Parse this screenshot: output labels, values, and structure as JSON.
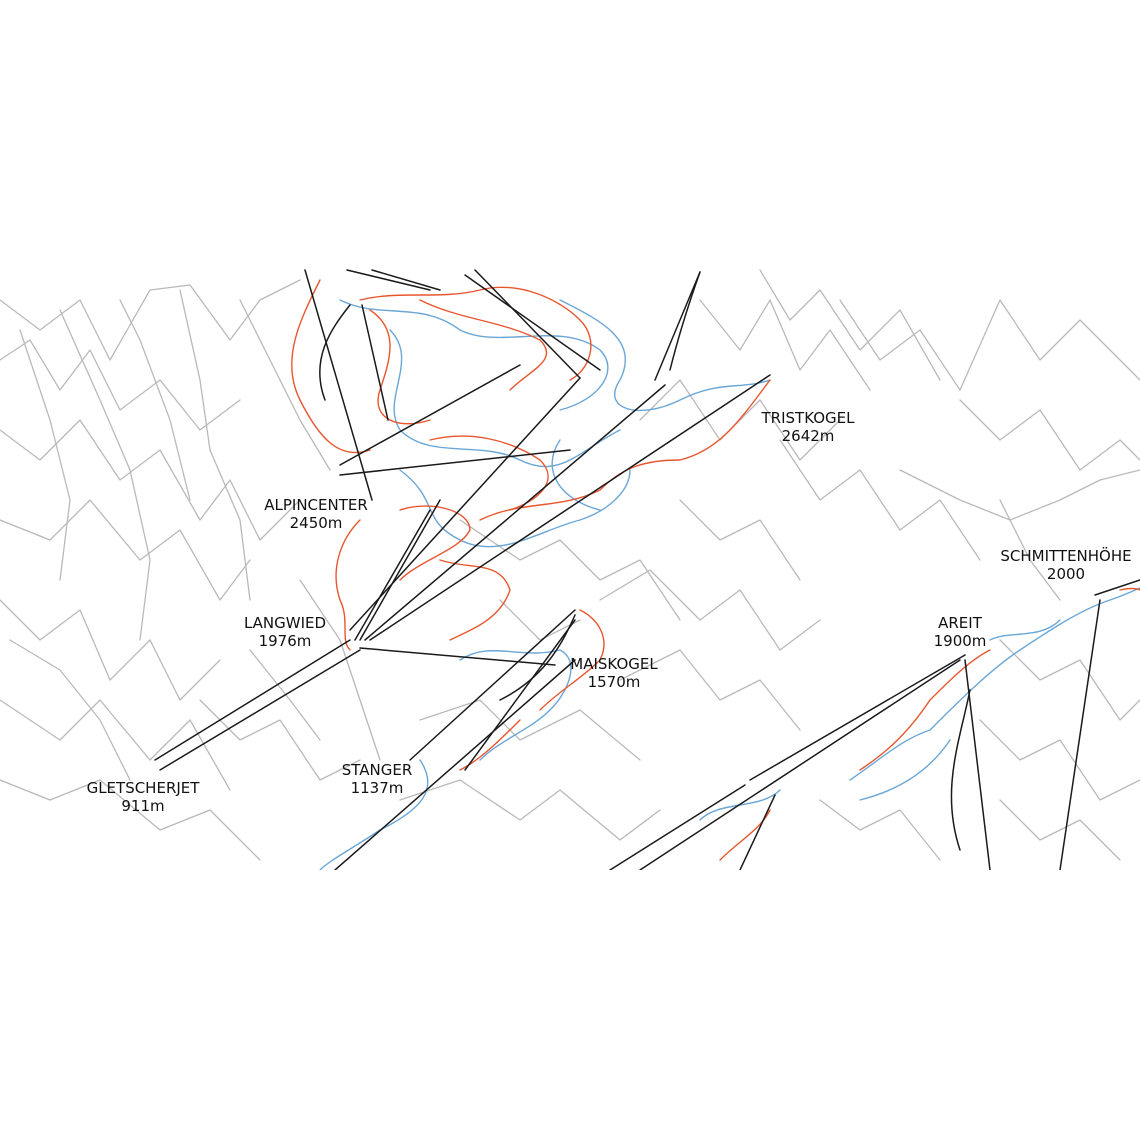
{
  "colors": {
    "terrain": "#b9b9b9",
    "lift": "#1a1a1a",
    "red_piste": "#e8562e",
    "blue_piste": "#6aa6d6",
    "background": "#ffffff",
    "text": "#111111"
  },
  "stations": [
    {
      "id": "alpincenter",
      "name": "ALPINCENTER",
      "elevation": "2450m"
    },
    {
      "id": "tristkogel",
      "name": "TRISTKOGEL",
      "elevation": "2642m"
    },
    {
      "id": "schmittenhoehe",
      "name": "SCHMITTENHÖHE",
      "elevation": "2000"
    },
    {
      "id": "langwied",
      "name": "LANGWIED",
      "elevation": "1976m"
    },
    {
      "id": "maiskogel",
      "name": "MAISKOGEL",
      "elevation": "1570m"
    },
    {
      "id": "areit",
      "name": "AREIT",
      "elevation": "1900m"
    },
    {
      "id": "gletscherjet",
      "name": "GLETSCHERJET",
      "elevation": "911m"
    },
    {
      "id": "stanger",
      "name": "STANGER",
      "elevation": "1137m"
    }
  ]
}
